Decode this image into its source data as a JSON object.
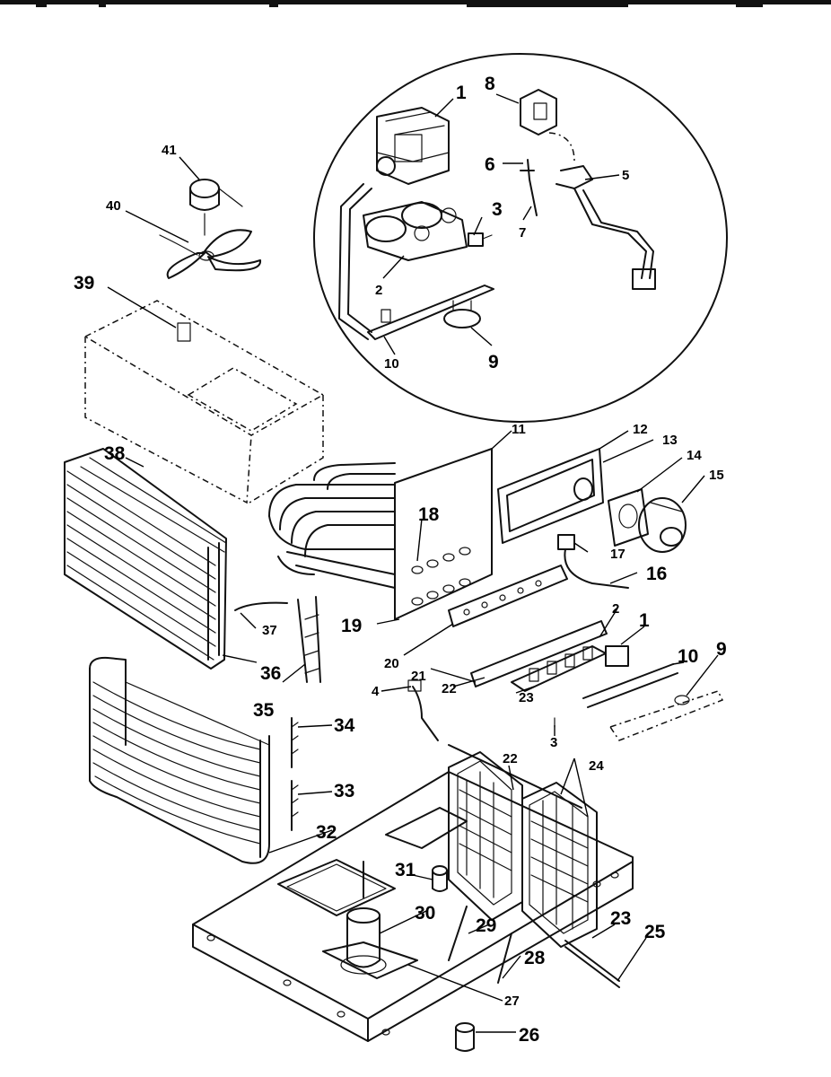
{
  "header": {
    "text": ""
  },
  "callouts": {
    "c1_top": "1",
    "c8": "8",
    "c6": "6",
    "c5": "5",
    "c41": "41",
    "c40": "40",
    "c3_top": "3",
    "c7": "7",
    "c2_top": "2",
    "c39": "39",
    "c10_top": "10",
    "c9_top": "9",
    "c11": "11",
    "c12": "12",
    "c13": "13",
    "c14": "14",
    "c15": "15",
    "c38": "38",
    "c18": "18",
    "c17": "17",
    "c16": "16",
    "c19": "19",
    "c37": "37",
    "c2_mid": "2",
    "c1_mid": "1",
    "c10_mid": "10",
    "c9_mid": "9",
    "c20": "20",
    "c21": "21",
    "c22_left": "22",
    "c36": "36",
    "c23_mid": "23",
    "c4": "4",
    "c35": "35",
    "c3_mid": "3",
    "c34": "34",
    "c22_right": "22",
    "c24": "24",
    "c33": "33",
    "c32": "32",
    "c31": "31",
    "c30": "30",
    "c29": "29",
    "c23_low": "23",
    "c25": "25",
    "c28": "28",
    "c27": "27",
    "c26": "26"
  },
  "colors": {
    "ink": "#111111",
    "paper": "#ffffff"
  }
}
